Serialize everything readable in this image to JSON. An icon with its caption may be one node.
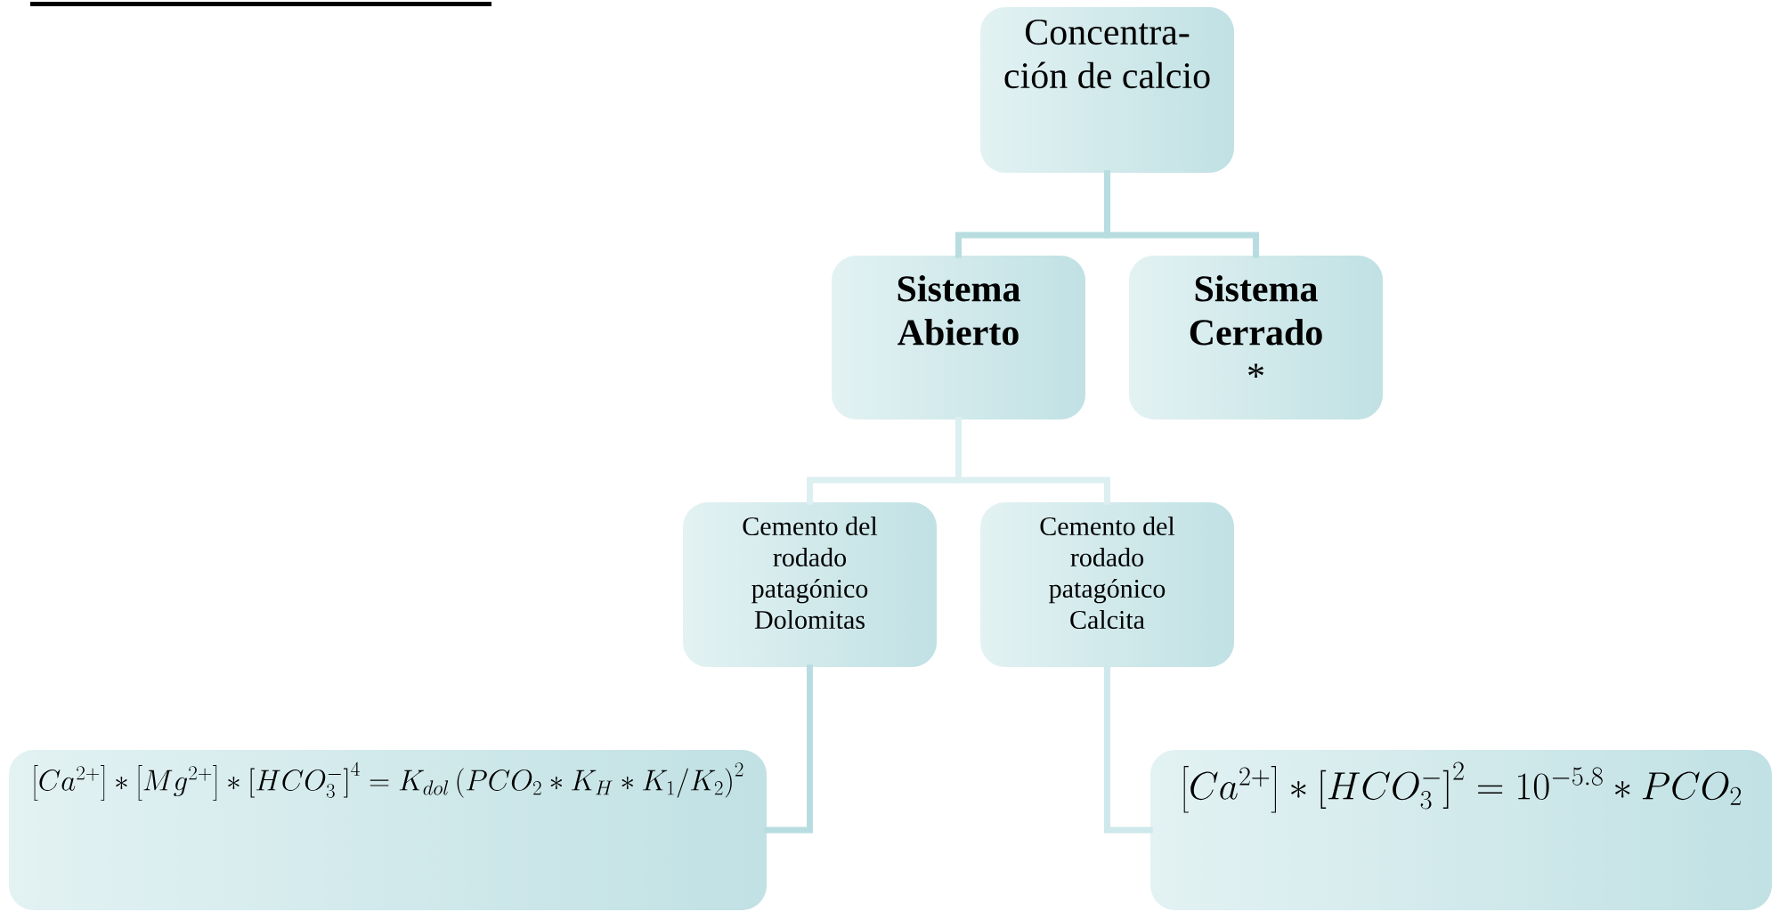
{
  "diagram": {
    "nodes": [
      {
        "text": [
          "Concentra- ción de calcio"
        ]
      },
      {
        "text": [
          "Sistema Abierto"
        ]
      },
      {
        "text": [
          "Sistema Cerrado",
          "*"
        ]
      },
      {
        "text": [
          "Cemento del rodado patagónico Dolomitas"
        ]
      },
      {
        "text": [
          "Cemento del rodado patagónico Calcita"
        ]
      },
      {
        "text": [
          "\\left[Ca^{2+}\\right]*\\left[Mg^{2+}\\right]*\\left[HCO_3^{-}\\right]^4=K_{dol}\\left(PCO_2*K_H*K_1/K_2\\right)^2"
        ]
      },
      {
        "text": [
          "\\left[Ca^{2+}\\right]*\\left[HCO_3^{-}\\right]^2=10^{-5.8}*PCO_2"
        ]
      }
    ],
    "edges": [
      {
        "from": 0,
        "to": 1,
        "arrow": "none"
      },
      {
        "from": 0,
        "to": 2,
        "arrow": "none"
      },
      {
        "from": 1,
        "to": 3,
        "arrow": "none",
        "color": "#dcefF1"
      },
      {
        "from": 1,
        "to": 4,
        "arrow": "none",
        "color": "#dcefF1"
      },
      {
        "from": 3,
        "to": 5,
        "arrow": "none"
      },
      {
        "from": 4,
        "to": 6,
        "arrow": "none",
        "color": "#cfe8eb"
      }
    ]
  }
}
